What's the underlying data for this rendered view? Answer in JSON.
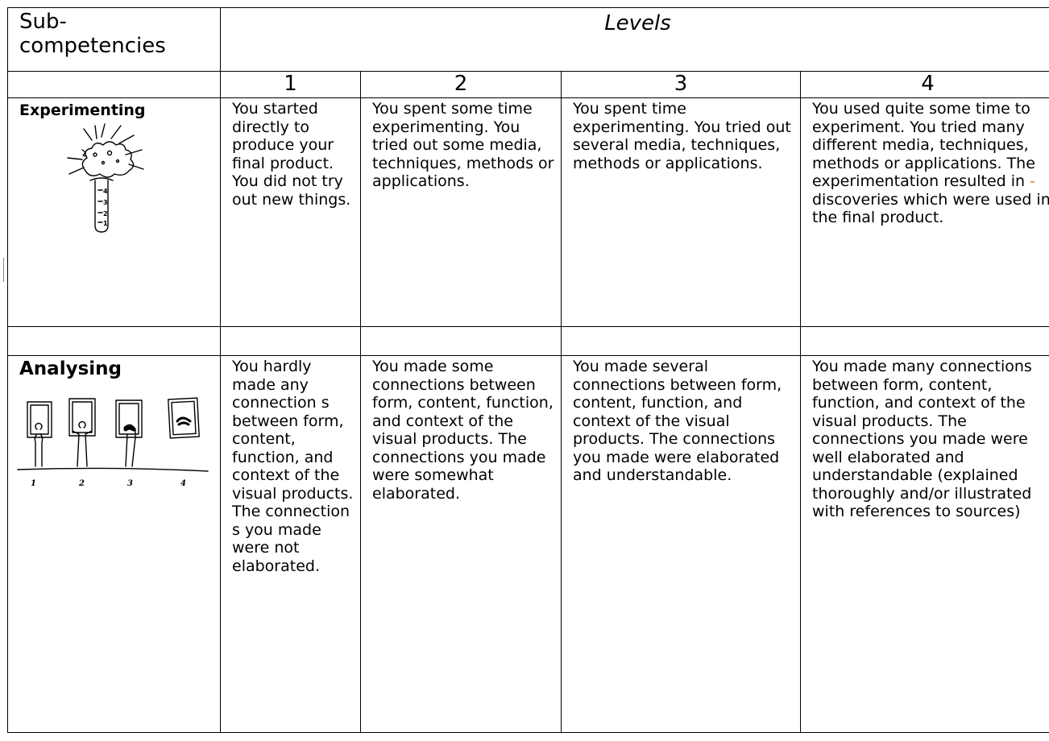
{
  "header": {
    "subcompetencies": "Sub-\ncompetencies",
    "levels": "Levels",
    "level_numbers": [
      "1",
      "2",
      "3",
      "4"
    ]
  },
  "rows": [
    {
      "name": "Experimenting",
      "illustration": "test-tube-explosion-icon",
      "descriptors": [
        "You started directly to produce your final product. You did not try out new things.",
        "You spent some time experimenting. You tried out some media, techniques, methods or applications.",
        "You spent time experimenting. You tried out several media, techniques, methods or applications.",
        "You used quite some time to experiment. You tried many different media, techniques, methods or applications. The experimentation resulted in -discoveries which were used in the final product."
      ]
    },
    {
      "name": "Analysing",
      "illustration": "gallery-figures-icon",
      "descriptors": [
        "You hardly made any connection s between form, content, function, and context of the visual products. The connection s you made were not elaborated.",
        "You made some connections between form, content, function, and context of the visual products.  The connections you made were somewhat elaborated.",
        "You made several connections between form, content, function, and context of the visual products.  The connections you made were elaborated and understandable.",
        "You made many connections between form, content, function, and context of the visual products.  The connections you made were well elaborated and understandable (explained thoroughly and/or illustrated with references to sources)"
      ]
    }
  ],
  "exp4_parts": {
    "before": "You used quite some time to experiment. You tried many different media, techniques, methods or applications. The experimentation resulted in ",
    "mark": "-",
    "after": "discoveries which were used in the final product."
  },
  "gallery_numbers": [
    "1",
    "2",
    "3",
    "4"
  ],
  "tube_numbers": [
    "4",
    "3",
    "2",
    "1"
  ],
  "colors": {
    "border": "#000000",
    "mark_accent": "#d08a2a"
  }
}
